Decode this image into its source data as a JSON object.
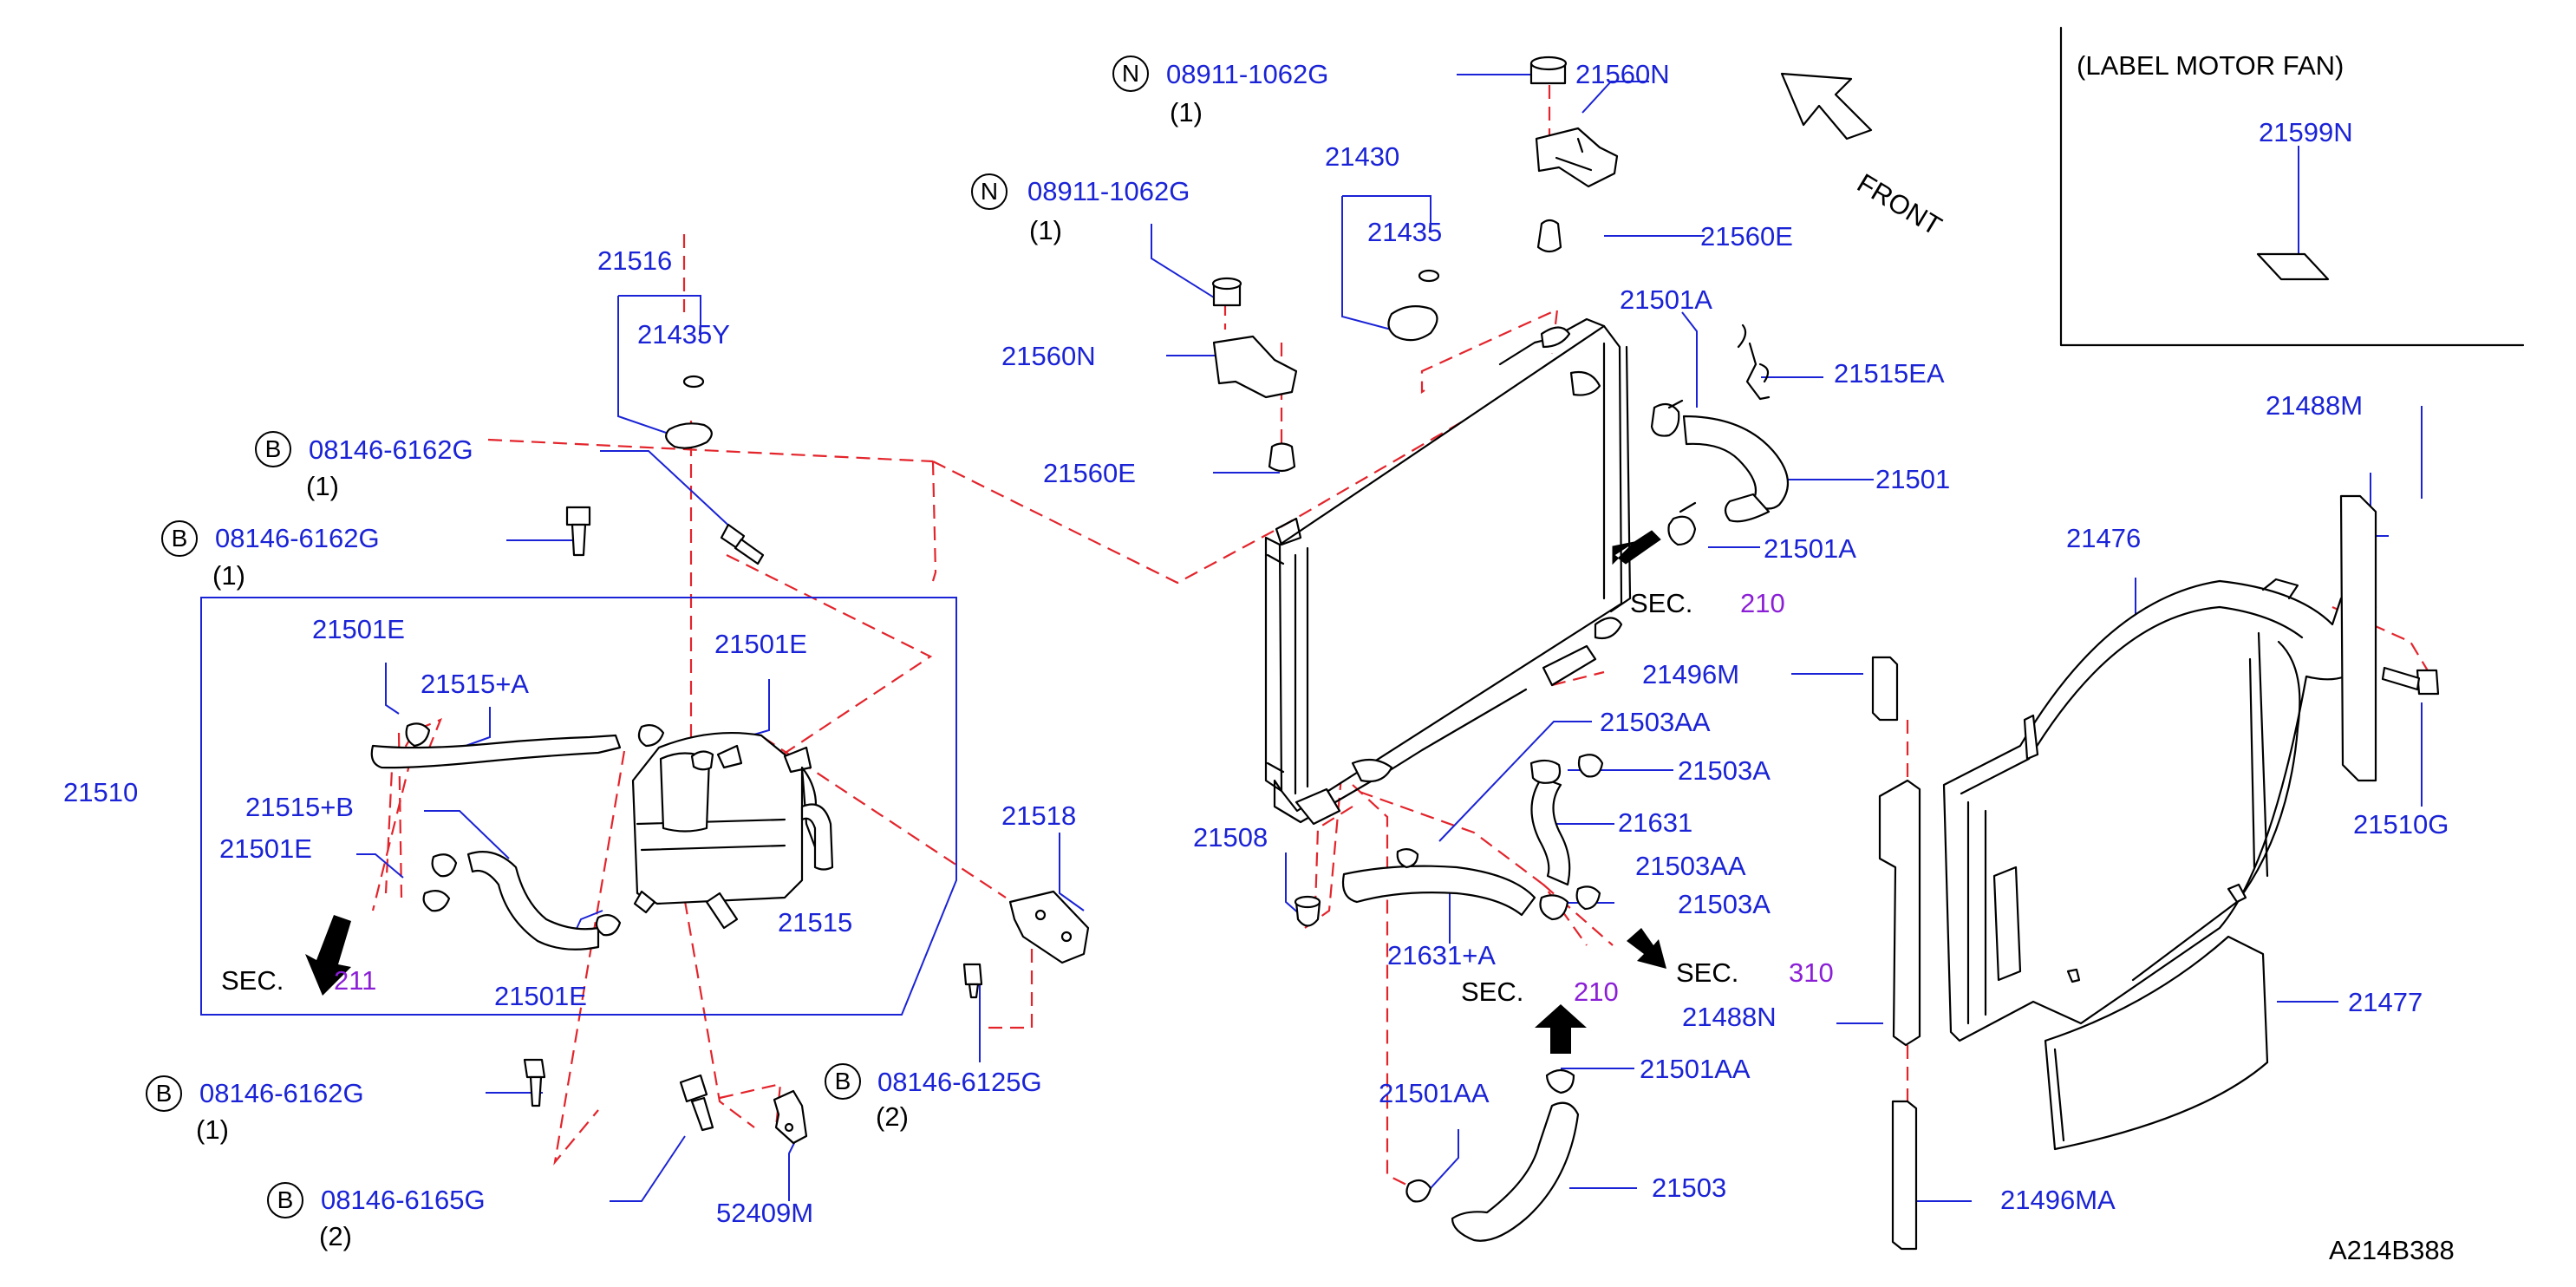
{
  "colors": {
    "part_number": "#1a23d6",
    "reference": "#8b1fd6",
    "leader": "#1a23d6",
    "hidden_line": "#e3242b",
    "drawing": "#000000"
  },
  "inset": {
    "title": "(LABEL   MOTOR  FAN)",
    "part": "21599N"
  },
  "front_label": "FRONT",
  "diagram_id": "A214B388",
  "labels": {
    "p21560N_top": "21560N",
    "p21560E_top": "21560E",
    "p21430": "21430",
    "p21435": "21435",
    "p21560N_left": "21560N",
    "p21560E_left": "21560E",
    "p21516": "21516",
    "p21435Y": "21435Y",
    "p21501A_top": "21501A",
    "p21515EA": "21515EA",
    "p21501": "21501",
    "p21501A_mid": "21501A",
    "p21488M": "21488M",
    "p21476": "21476",
    "p21510G": "21510G",
    "p21496M": "21496M",
    "p21503AA_1": "21503AA",
    "p21503A_1": "21503A",
    "p21631": "21631",
    "p21503AA_2": "21503AA",
    "p21503A_2": "21503A",
    "p21508": "21508",
    "p21631A": "21631+A",
    "p21488N": "21488N",
    "p21477": "21477",
    "p21501AA_r": "21501AA",
    "p21501AA_l": "21501AA",
    "p21503": "21503",
    "p21496MA": "21496MA",
    "p21501E_1": "21501E",
    "p21515A": "21515+A",
    "p21501E_2": "21501E",
    "p21510": "21510",
    "p21515B": "21515+B",
    "p21501E_3": "21501E",
    "p21515": "21515",
    "p21518": "21518",
    "p21501E_4": "21501E",
    "p52409M": "52409M"
  },
  "fasteners": {
    "n1": {
      "symbol": "N",
      "part": "08911-1062G",
      "qty": "(1)"
    },
    "n2": {
      "symbol": "N",
      "part": "08911-1062G",
      "qty": "(1)"
    },
    "b1": {
      "symbol": "B",
      "part": "08146-6162G",
      "qty": "(1)"
    },
    "b2": {
      "symbol": "B",
      "part": "08146-6162G",
      "qty": "(1)"
    },
    "b3": {
      "symbol": "B",
      "part": "08146-6162G",
      "qty": "(1)"
    },
    "b4": {
      "symbol": "B",
      "part": "08146-6165G",
      "qty": "(2)"
    },
    "b5": {
      "symbol": "B",
      "part": "08146-6125G",
      "qty": "(2)"
    }
  },
  "sections": {
    "s210a": {
      "text": "SEC.",
      "num": "210"
    },
    "s211": {
      "text": "SEC.",
      "num": "211"
    },
    "s310": {
      "text": "SEC.",
      "num": "310"
    },
    "s210b": {
      "text": "SEC.",
      "num": "210"
    }
  }
}
